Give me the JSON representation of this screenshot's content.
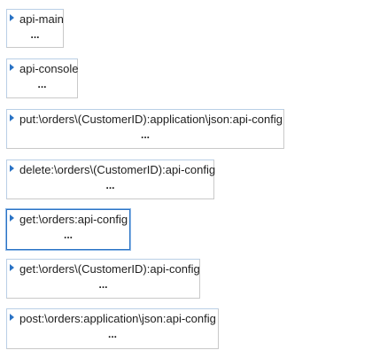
{
  "flows": [
    {
      "name": "api-main",
      "more": "..."
    },
    {
      "name": "api-console",
      "more": "..."
    },
    {
      "name": "put:\\orders\\(CustomerID):application\\json:api-config",
      "more": "..."
    },
    {
      "name": "delete:\\orders\\(CustomerID):api-config",
      "more": "..."
    },
    {
      "name": "get:\\orders:api-config",
      "more": "..."
    },
    {
      "name": "get:\\orders\\(CustomerID):api-config",
      "more": "..."
    },
    {
      "name": "post:\\orders:application\\json:api-config",
      "more": "..."
    }
  ],
  "selected_flow": "get:\\orders:api-config",
  "colors": {
    "toggle": "#2a73c5",
    "selected_border": "#2a73c5",
    "box_border": "#b9cfe6"
  },
  "icons": {
    "toggle": "expand-triangle-icon",
    "more": "ellipsis-icon"
  }
}
